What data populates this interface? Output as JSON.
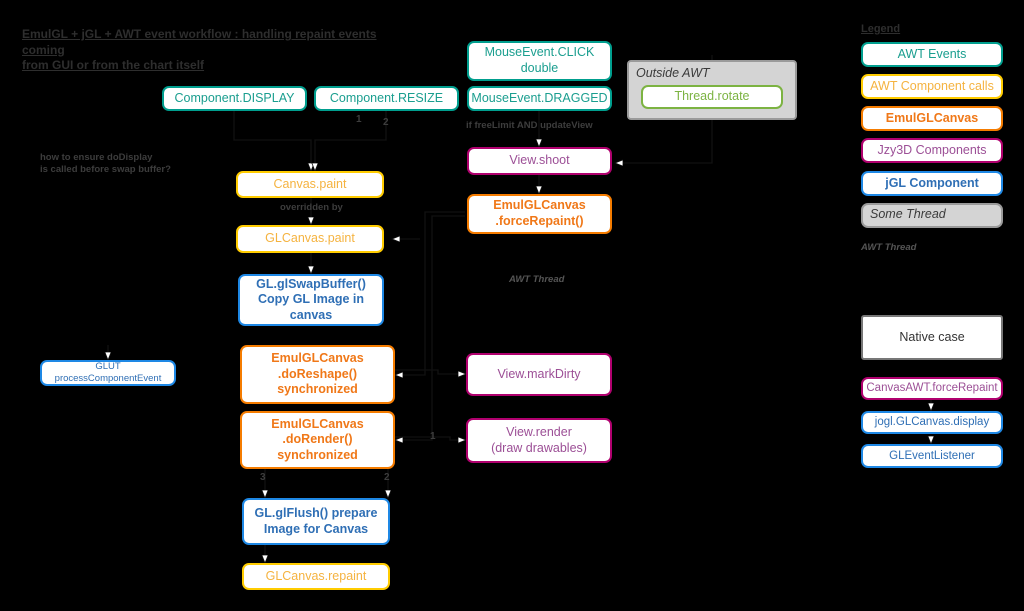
{
  "title": "EmulGL + jGL + AWT event workflow : handling repaint events coming\nfrom GUI or from the chart itself",
  "colors": {
    "awt_event": "#009e8e",
    "awt_component_call": "#ffcc00",
    "emulglcanvas": "#f57c00",
    "jzy3d": "#b0006e",
    "jgl": "#1e88e5",
    "some_thread": "#d4d4d4",
    "green": "#7cb342",
    "background": "#000000",
    "box_fill": "#ffffff"
  },
  "legend": {
    "title": "Legend",
    "items": [
      {
        "label": "AWT Events",
        "style": "awt-event"
      },
      {
        "label": "AWT Component calls",
        "style": "awt-call"
      },
      {
        "label": "EmulGLCanvas",
        "style": "emul"
      },
      {
        "label": "Jzy3D Components",
        "style": "jzy3d"
      },
      {
        "label": "jGL Component",
        "style": "jgl"
      },
      {
        "label": "Some Thread",
        "style": "thread-box"
      }
    ],
    "thread_note": "AWT Thread"
  },
  "native_case": {
    "title": "Native case",
    "nodes": [
      {
        "label": "CanvasAWT.forceRepaint",
        "style": "jzy3d"
      },
      {
        "label": "jogl.GLCanvas.display",
        "style": "jgl"
      },
      {
        "label": "GLEventListener",
        "style": "jgl"
      }
    ]
  },
  "nodes": {
    "component_display": "Component.DISPLAY",
    "component_resize": "Component.RESIZE",
    "mouse_click": "MouseEvent.CLICK\ndouble",
    "mouse_dragged": "MouseEvent.DRAGGED",
    "thread_rotate": "Thread.rotate",
    "outside_awt": "Outside AWT",
    "view_shoot": "View.shoot",
    "emul_force_repaint": "EmulGLCanvas\n.forceRepaint()",
    "canvas_paint": "Canvas.paint",
    "glcanvas_paint": "GLCanvas.paint",
    "gl_swapbuffer": "GL.glSwapBuffer()\nCopy GL Image in\ncanvas",
    "emul_do_reshape": "EmulGLCanvas\n.doReshape()\nsynchronized",
    "emul_do_render": "EmulGLCanvas\n.doRender()\nsynchronized",
    "gl_flush": "GL.glFlush() prepare\nImage for Canvas",
    "glcanvas_repaint": "GLCanvas.repaint",
    "glut_process": "GLUT processComponentEvent",
    "view_mark_dirty": "View.markDirty",
    "view_render": "View.render\n(draw drawables)"
  },
  "annotations": {
    "question": "how to ensure doDisplay\nis called before swap buffer?",
    "overridden_by": "overridden by",
    "if_free_limit": "if freeLimit AND updateView",
    "awt_thread": "AWT Thread",
    "num_1_top": "1",
    "num_2_top": "2",
    "num_3_bottom": "3",
    "num_2_bottom": "2",
    "num_1_mid": "1"
  }
}
